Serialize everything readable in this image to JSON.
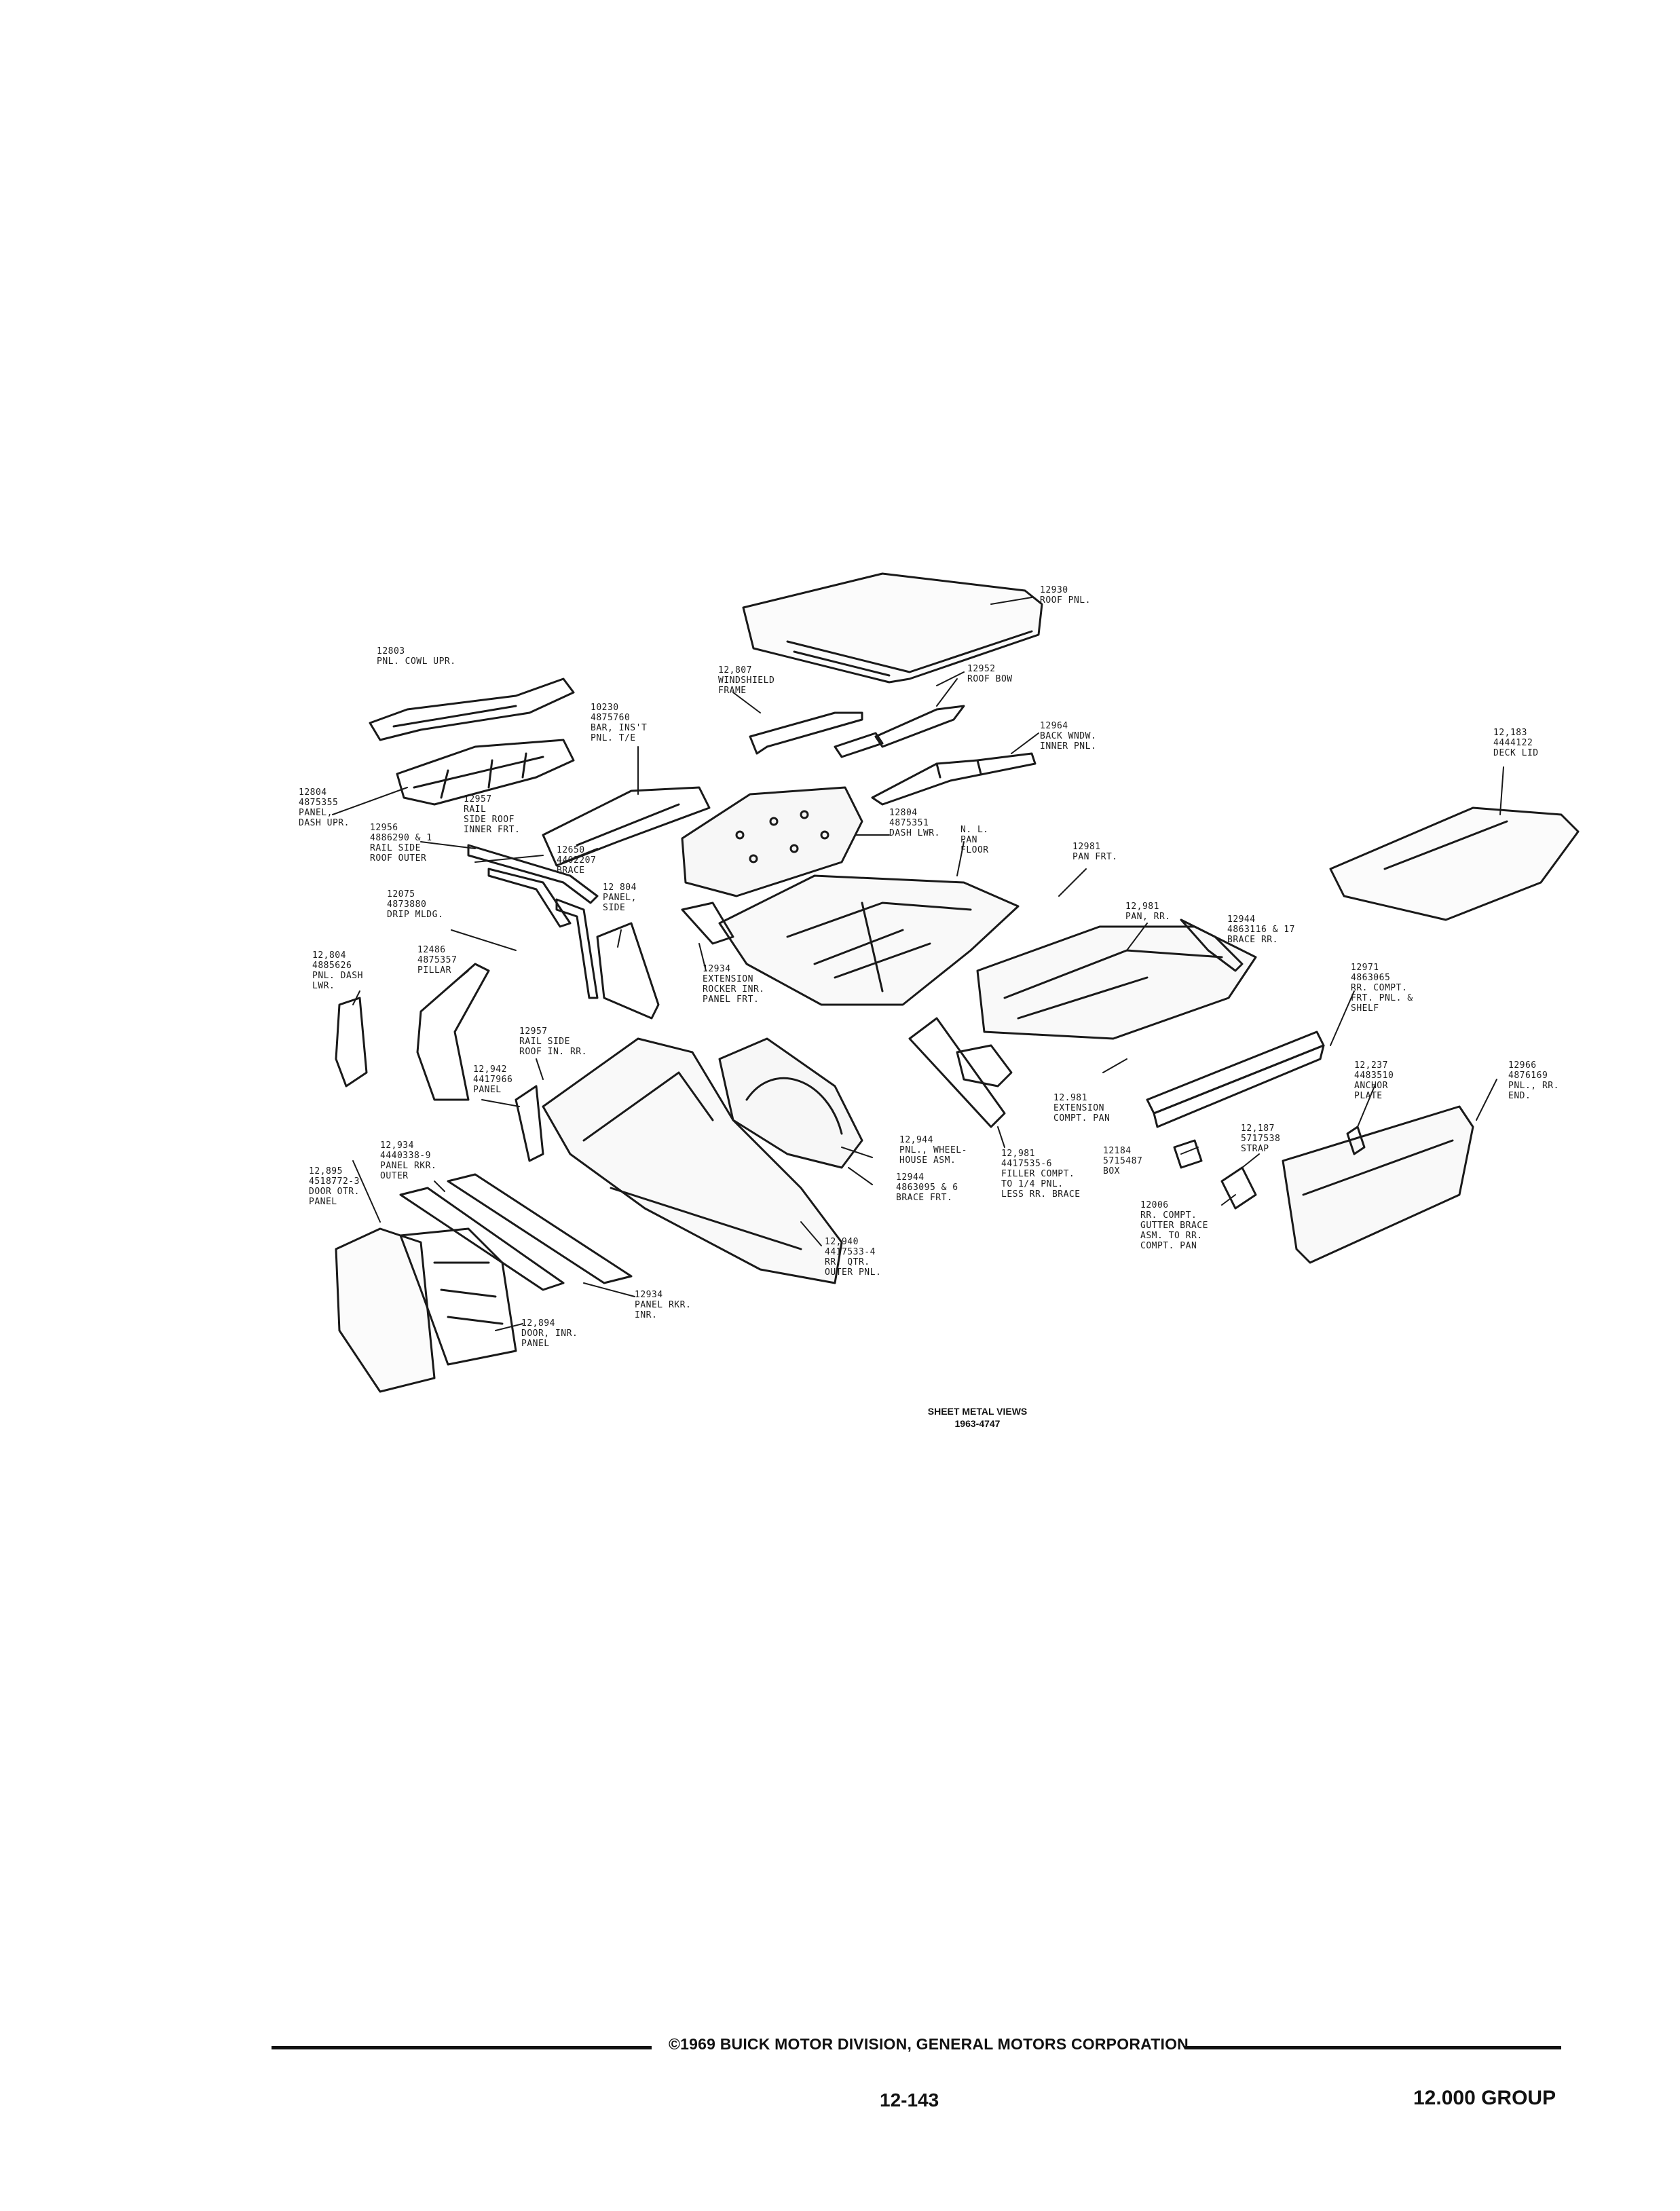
{
  "parts": [
    {
      "id": "roof-panel",
      "lines": [
        "12930",
        "ROOF PNL."
      ]
    },
    {
      "id": "cowl-upper",
      "lines": [
        "12803",
        "PNL. COWL UPR."
      ]
    },
    {
      "id": "windshield-frame",
      "lines": [
        "12,807",
        "WINDSHIELD",
        "FRAME"
      ]
    },
    {
      "id": "roof-bow",
      "lines": [
        "12952",
        "ROOF BOW"
      ]
    },
    {
      "id": "inst-bar",
      "lines": [
        "10230",
        "4875760",
        "BAR, INS'T",
        "PNL. T/E"
      ]
    },
    {
      "id": "back-window-inner",
      "lines": [
        "12964",
        "BACK WNDW.",
        "INNER PNL."
      ]
    },
    {
      "id": "deck-lid",
      "lines": [
        "12,183",
        "4444122",
        "DECK LID"
      ]
    },
    {
      "id": "dash-upper",
      "lines": [
        "12804",
        "4875355",
        "PANEL,",
        "DASH UPR."
      ]
    },
    {
      "id": "rail-side-roof-inner",
      "lines": [
        "12957",
        "RAIL",
        "SIDE ROOF",
        "INNER FRT."
      ]
    },
    {
      "id": "rail-side-roof-outer",
      "lines": [
        "12956",
        "4886290 & 1",
        "RAIL SIDE",
        "ROOF OUTER"
      ]
    },
    {
      "id": "brace",
      "lines": [
        "12650",
        "4402207",
        "BRACE"
      ]
    },
    {
      "id": "dash-lower",
      "lines": [
        "12804",
        "4875351",
        "DASH LWR."
      ]
    },
    {
      "id": "pan-floor",
      "lines": [
        "N. L.",
        "PAN",
        "FLOOR"
      ]
    },
    {
      "id": "pan-front",
      "lines": [
        "12981",
        "PAN FRT."
      ]
    },
    {
      "id": "drip-molding",
      "lines": [
        "12075",
        "4873880",
        "DRIP MLDG."
      ]
    },
    {
      "id": "panel-side",
      "lines": [
        "12 804",
        "PANEL,",
        "SIDE"
      ]
    },
    {
      "id": "pan-rear",
      "lines": [
        "12,981",
        "PAN, RR."
      ]
    },
    {
      "id": "brace-rear",
      "lines": [
        "12944",
        "4863116 & 17",
        "BRACE RR."
      ]
    },
    {
      "id": "pnl-dash-lwr",
      "lines": [
        "12,804",
        "4885626",
        "PNL. DASH",
        "LWR."
      ]
    },
    {
      "id": "pillar",
      "lines": [
        "12486",
        "4875357",
        "PILLAR"
      ]
    },
    {
      "id": "extension-rocker",
      "lines": [
        "12934",
        "EXTENSION",
        "ROCKER INR.",
        "PANEL FRT."
      ]
    },
    {
      "id": "rear-comp-front-panel",
      "lines": [
        "12971",
        "4863065",
        "RR. COMPT.",
        "FRT. PNL. &",
        "SHELF"
      ]
    },
    {
      "id": "rail-side-roof-in-rr",
      "lines": [
        "12957",
        "RAIL SIDE",
        "ROOF IN. RR."
      ]
    },
    {
      "id": "panel-4417966",
      "lines": [
        "12,942",
        "4417966",
        "PANEL"
      ]
    },
    {
      "id": "anchor-plate",
      "lines": [
        "12,237",
        "4483510",
        "ANCHOR",
        "PLATE"
      ]
    },
    {
      "id": "pnl-rr-end",
      "lines": [
        "12966",
        "4876169",
        "PNL., RR.",
        "END."
      ]
    },
    {
      "id": "extension-compt-pan",
      "lines": [
        "12.981",
        "EXTENSION",
        "COMPT. PAN"
      ]
    },
    {
      "id": "panel-rkr-outer",
      "lines": [
        "12,934",
        "4440338-9",
        "PANEL RKR.",
        "OUTER"
      ]
    },
    {
      "id": "wheel-house",
      "lines": [
        "12,944",
        "PNL., WHEEL-",
        "HOUSE ASM."
      ]
    },
    {
      "id": "brace-front",
      "lines": [
        "12944",
        "4863095 & 6",
        "BRACE FRT."
      ]
    },
    {
      "id": "filler-compt",
      "lines": [
        "12,981",
        "4417535-6",
        "FILLER COMPT.",
        "TO 1/4 PNL.",
        "LESS RR. BRACE"
      ]
    },
    {
      "id": "box",
      "lines": [
        "12184",
        "5715487",
        "BOX"
      ]
    },
    {
      "id": "strap",
      "lines": [
        "12,187",
        "5717538",
        "STRAP"
      ]
    },
    {
      "id": "door-outer",
      "lines": [
        "12,895",
        "4518772-3",
        "DOOR OTR.",
        "PANEL"
      ]
    },
    {
      "id": "gutter-brace",
      "lines": [
        "12006",
        "RR. COMPT.",
        "GUTTER BRACE",
        "ASM. TO RR.",
        "COMPT. PAN"
      ]
    },
    {
      "id": "quarter-outer",
      "lines": [
        "12,940",
        "4417533-4",
        "RR. QTR.",
        "OUTER PNL."
      ]
    },
    {
      "id": "panel-rkr-inner",
      "lines": [
        "12934",
        "PANEL RKR.",
        "INR."
      ]
    },
    {
      "id": "door-inner",
      "lines": [
        "12,894",
        "DOOR, INR.",
        "PANEL"
      ]
    }
  ],
  "caption": [
    "SHEET METAL VIEWS",
    "1963-4747"
  ],
  "footer": {
    "copyright": "©1969 BUICK MOTOR DIVISION, GENERAL MOTORS CORPORATION",
    "page": "12-143",
    "group": "12.000 GROUP"
  }
}
